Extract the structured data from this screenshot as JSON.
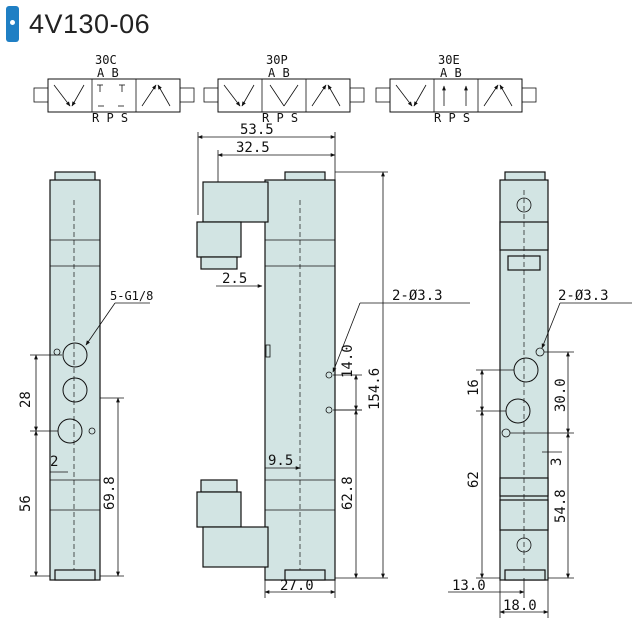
{
  "title": "4V130-06",
  "symbols": [
    {
      "code": "30C",
      "ports_top": "A B",
      "ports_bottom": "R P S"
    },
    {
      "code": "30P",
      "ports_top": "A B",
      "ports_bottom": "R P S"
    },
    {
      "code": "30E",
      "ports_top": "A B",
      "ports_bottom": "R P S"
    }
  ],
  "left_view": {
    "port_label": "5-G1/8",
    "dim_28": "28",
    "dim_56": "56",
    "dim_698": "69.8",
    "dim_2": "2"
  },
  "middle_view": {
    "dim_535": "53.5",
    "dim_325": "32.5",
    "dim_25": "2.5",
    "hole_label": "2-Ø3.3",
    "dim_140": "14.0",
    "dim_1546": "154.6",
    "dim_95": "9.5",
    "dim_628": "62.8",
    "dim_270": "27.0"
  },
  "right_view": {
    "hole_label": "2-Ø3.3",
    "dim_16": "16",
    "dim_300": "30.0",
    "dim_3": "3",
    "dim_62": "62",
    "dim_548": "54.8",
    "dim_130": "13.0",
    "dim_180": "18.0"
  }
}
